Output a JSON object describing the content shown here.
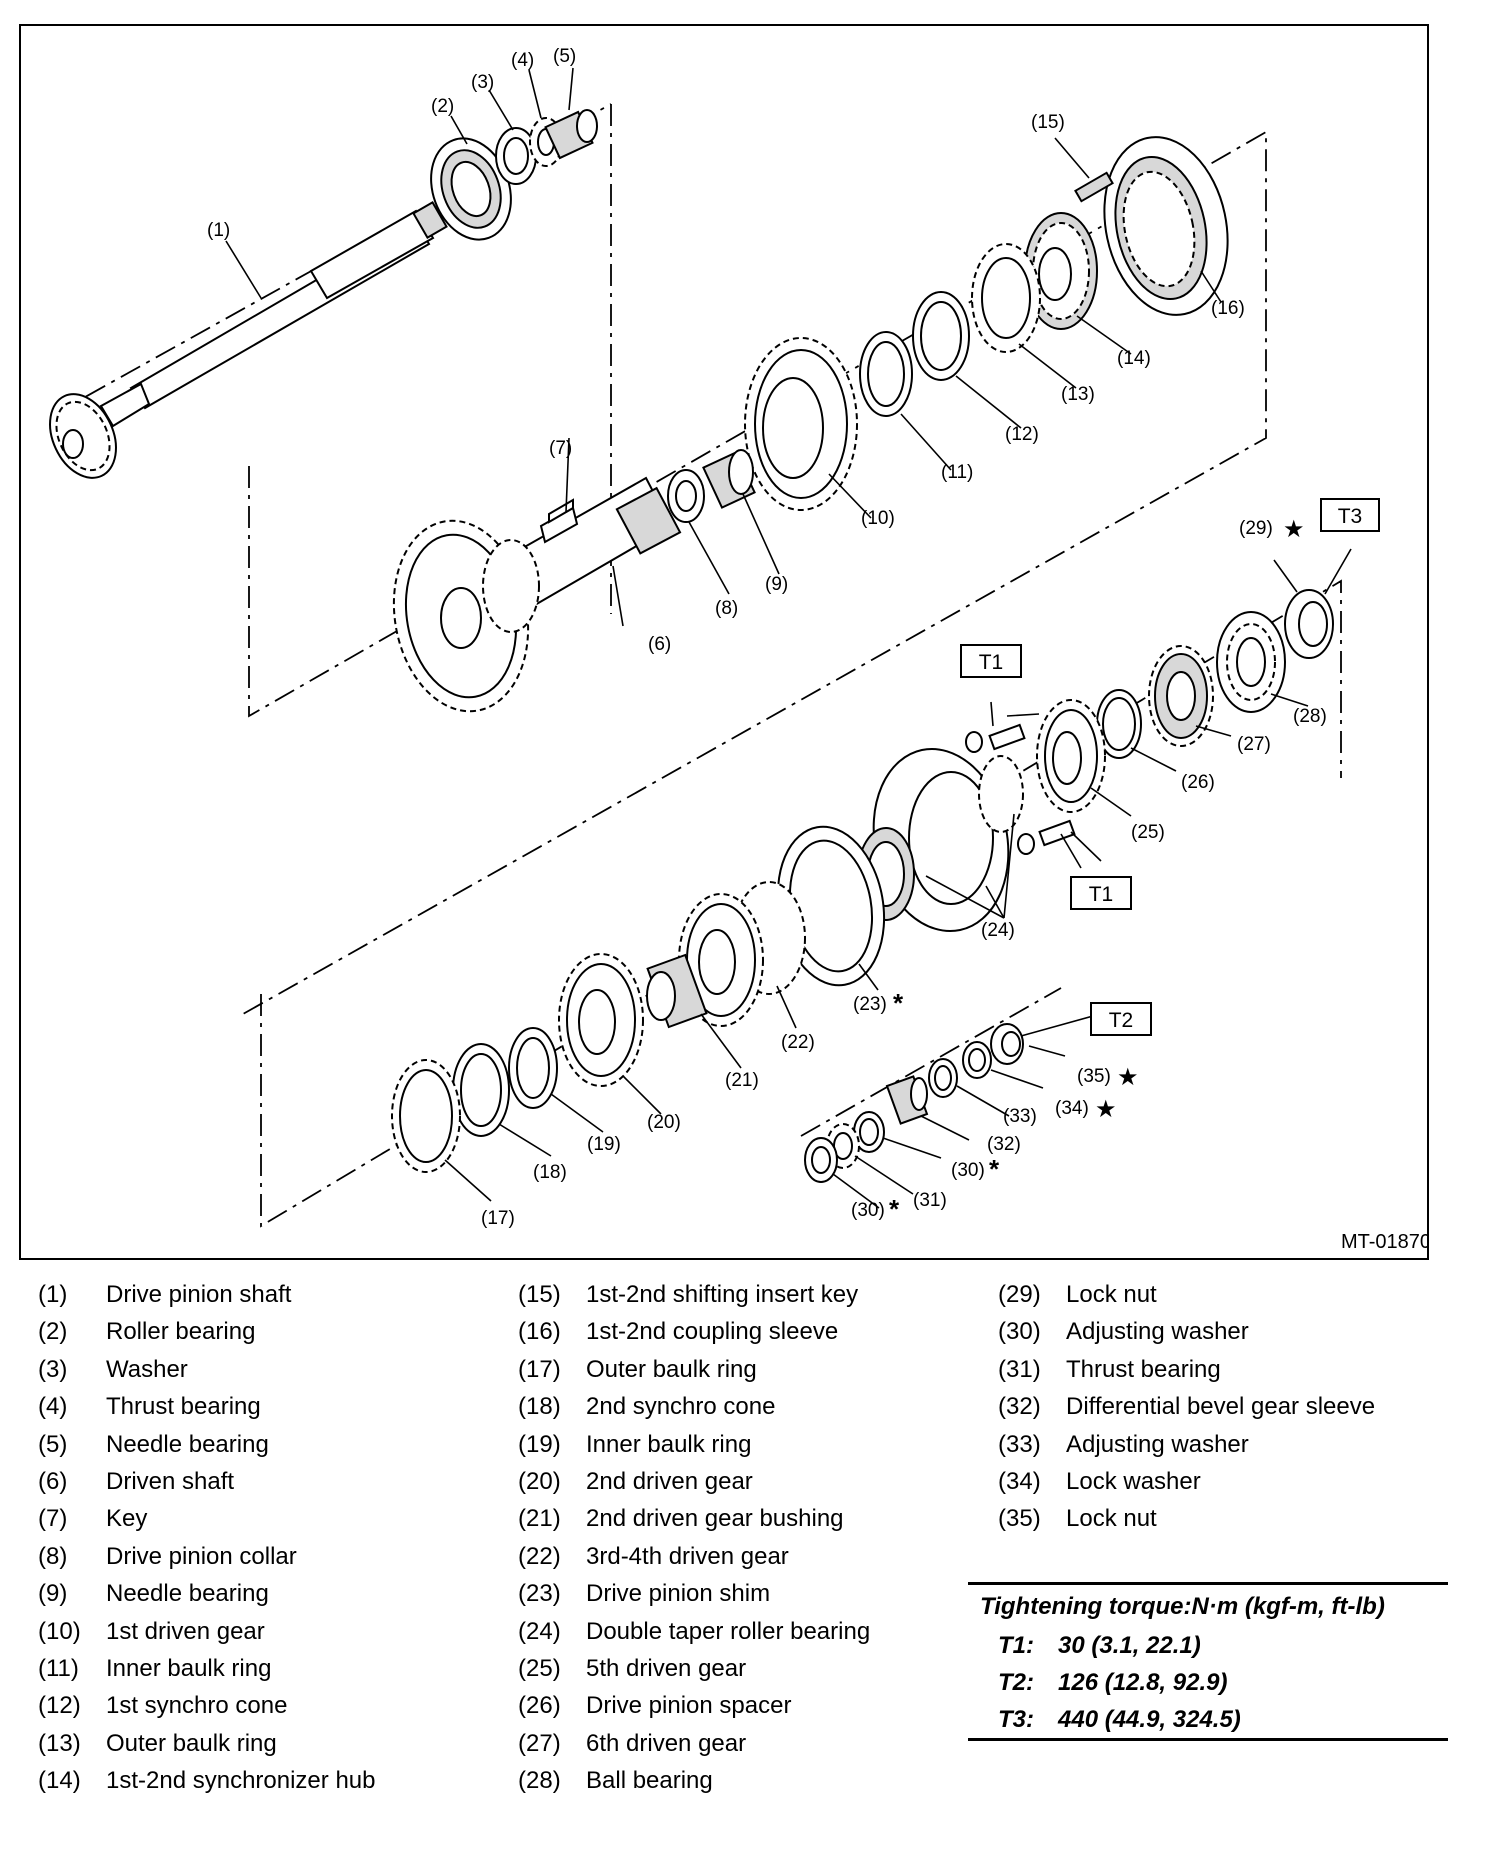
{
  "figure": {
    "code": "MT-01870",
    "torque_tags": [
      "T1",
      "T2",
      "T3"
    ],
    "callouts": [
      "(1)",
      "(2)",
      "(3)",
      "(4)",
      "(5)",
      "(6)",
      "(7)",
      "(8)",
      "(9)",
      "(10)",
      "(11)",
      "(12)",
      "(13)",
      "(14)",
      "(15)",
      "(16)",
      "(17)",
      "(18)",
      "(19)",
      "(20)",
      "(21)",
      "(22)",
      "(23)",
      "(24)",
      "(25)",
      "(26)",
      "(27)",
      "(28)",
      "(29)",
      "(30)",
      "(30)",
      "(31)",
      "(32)",
      "(33)",
      "(34)",
      "(35)"
    ],
    "marks": {
      "asterisk": "*",
      "star": "★"
    }
  },
  "legend": {
    "columns": [
      [
        {
          "num": "(1)",
          "label": "Drive pinion shaft"
        },
        {
          "num": "(2)",
          "label": "Roller bearing"
        },
        {
          "num": "(3)",
          "label": "Washer"
        },
        {
          "num": "(4)",
          "label": "Thrust bearing"
        },
        {
          "num": "(5)",
          "label": "Needle bearing"
        },
        {
          "num": "(6)",
          "label": "Driven shaft"
        },
        {
          "num": "(7)",
          "label": "Key"
        },
        {
          "num": "(8)",
          "label": "Drive pinion collar"
        },
        {
          "num": "(9)",
          "label": "Needle bearing"
        },
        {
          "num": "(10)",
          "label": "1st driven gear"
        },
        {
          "num": "(11)",
          "label": "Inner baulk ring"
        },
        {
          "num": "(12)",
          "label": "1st synchro cone"
        },
        {
          "num": "(13)",
          "label": "Outer baulk ring"
        },
        {
          "num": "(14)",
          "label": "1st-2nd synchronizer hub"
        }
      ],
      [
        {
          "num": "(15)",
          "label": "1st-2nd shifting insert key"
        },
        {
          "num": "(16)",
          "label": "1st-2nd coupling sleeve"
        },
        {
          "num": "(17)",
          "label": "Outer baulk ring"
        },
        {
          "num": "(18)",
          "label": "2nd synchro cone"
        },
        {
          "num": "(19)",
          "label": "Inner baulk ring"
        },
        {
          "num": "(20)",
          "label": "2nd driven gear"
        },
        {
          "num": "(21)",
          "label": "2nd driven gear bushing"
        },
        {
          "num": "(22)",
          "label": "3rd-4th driven gear"
        },
        {
          "num": "(23)",
          "label": "Drive pinion shim"
        },
        {
          "num": "(24)",
          "label": "Double taper roller bearing"
        },
        {
          "num": "(25)",
          "label": "5th driven gear"
        },
        {
          "num": "(26)",
          "label": "Drive pinion spacer"
        },
        {
          "num": "(27)",
          "label": "6th driven gear"
        },
        {
          "num": "(28)",
          "label": "Ball bearing"
        }
      ],
      [
        {
          "num": "(29)",
          "label": "Lock nut"
        },
        {
          "num": "(30)",
          "label": "Adjusting washer"
        },
        {
          "num": "(31)",
          "label": "Thrust bearing"
        },
        {
          "num": "(32)",
          "label": "Differential bevel gear sleeve"
        },
        {
          "num": "(33)",
          "label": "Adjusting washer"
        },
        {
          "num": "(34)",
          "label": "Lock washer"
        },
        {
          "num": "(35)",
          "label": "Lock nut"
        }
      ]
    ]
  },
  "torque": {
    "title": "Tightening torque:N·m (kgf-m, ft-lb)",
    "rows": [
      {
        "key": "T1:",
        "value": "30 (3.1, 22.1)"
      },
      {
        "key": "T2:",
        "value": "126 (12.8, 92.9)"
      },
      {
        "key": "T3:",
        "value": "440 (44.9, 324.5)"
      }
    ]
  }
}
